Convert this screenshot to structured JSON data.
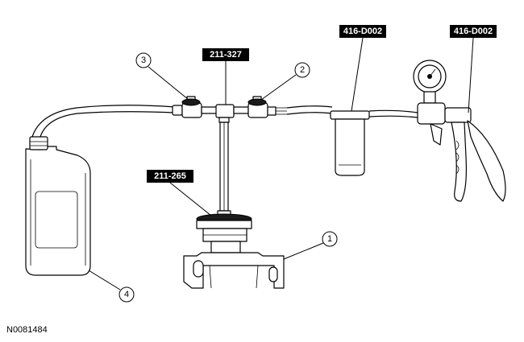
{
  "tool_labels": {
    "vacuum_pump_tool": "416-D002",
    "reservoir_tool": "416-D002",
    "tee_fitting_tool": "211-327",
    "adapter_tool": "211-265"
  },
  "callouts": {
    "one": "1",
    "two": "2",
    "three": "3",
    "four": "4"
  },
  "figure_id": "N0081484"
}
